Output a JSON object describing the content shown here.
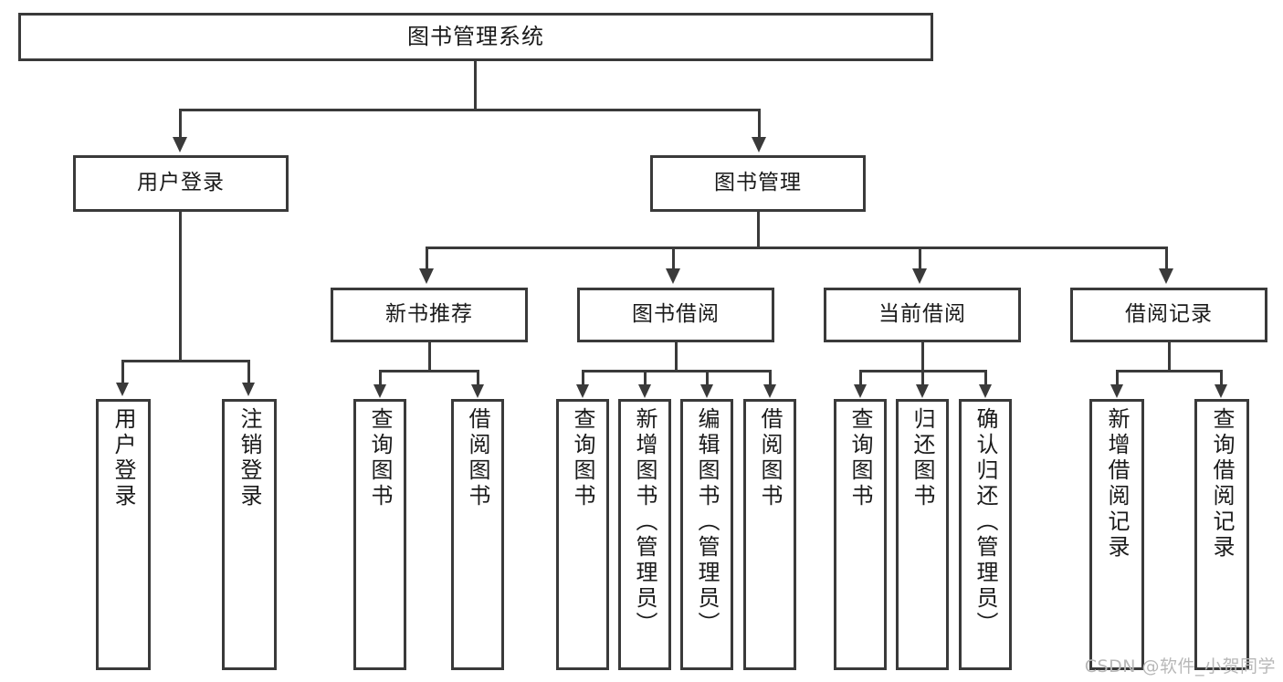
{
  "diagram": {
    "type": "tree-hierarchy",
    "title": "图书管理系统",
    "watermark": "CSDN @软件_小贺同学",
    "colors": {
      "box_border": "#3a3a3a",
      "box_fill": "#ffffff",
      "text": "#1a1a1a",
      "connector": "#3a3a3a",
      "watermark": "#b8b8b8",
      "background": "#ffffff"
    },
    "levels": {
      "level1": [
        {
          "id": "root",
          "label": "图书管理系统"
        }
      ],
      "level2": [
        {
          "id": "user-login",
          "label": "用户登录"
        },
        {
          "id": "book-manage",
          "label": "图书管理"
        }
      ],
      "level3": [
        {
          "id": "new-book-recommend",
          "label": "新书推荐"
        },
        {
          "id": "book-borrow",
          "label": "图书借阅"
        },
        {
          "id": "current-borrow",
          "label": "当前借阅"
        },
        {
          "id": "borrow-record",
          "label": "借阅记录"
        }
      ],
      "level4": [
        {
          "id": "leaf-user-login",
          "label": "用户登录",
          "parent": "user-login"
        },
        {
          "id": "leaf-logout-login",
          "label": "注销登录",
          "parent": "user-login"
        },
        {
          "id": "leaf-query-book-1",
          "label": "查询图书",
          "parent": "new-book-recommend"
        },
        {
          "id": "leaf-borrow-book-1",
          "label": "借阅图书",
          "parent": "new-book-recommend"
        },
        {
          "id": "leaf-query-book-2",
          "label": "查询图书",
          "parent": "book-borrow"
        },
        {
          "id": "leaf-add-book",
          "label": "新增图书（管理员）",
          "parent": "book-borrow"
        },
        {
          "id": "leaf-edit-book",
          "label": "编辑图书（管理员）",
          "parent": "book-borrow"
        },
        {
          "id": "leaf-borrow-book-2",
          "label": "借阅图书",
          "parent": "book-borrow"
        },
        {
          "id": "leaf-query-book-3",
          "label": "查询图书",
          "parent": "current-borrow"
        },
        {
          "id": "leaf-return-book",
          "label": "归还图书",
          "parent": "current-borrow"
        },
        {
          "id": "leaf-confirm-return",
          "label": "确认归还（管理员）",
          "parent": "current-borrow"
        },
        {
          "id": "leaf-add-record",
          "label": "新增借阅记录",
          "parent": "borrow-record"
        },
        {
          "id": "leaf-query-record",
          "label": "查询借阅记录",
          "parent": "borrow-record"
        }
      ]
    }
  }
}
